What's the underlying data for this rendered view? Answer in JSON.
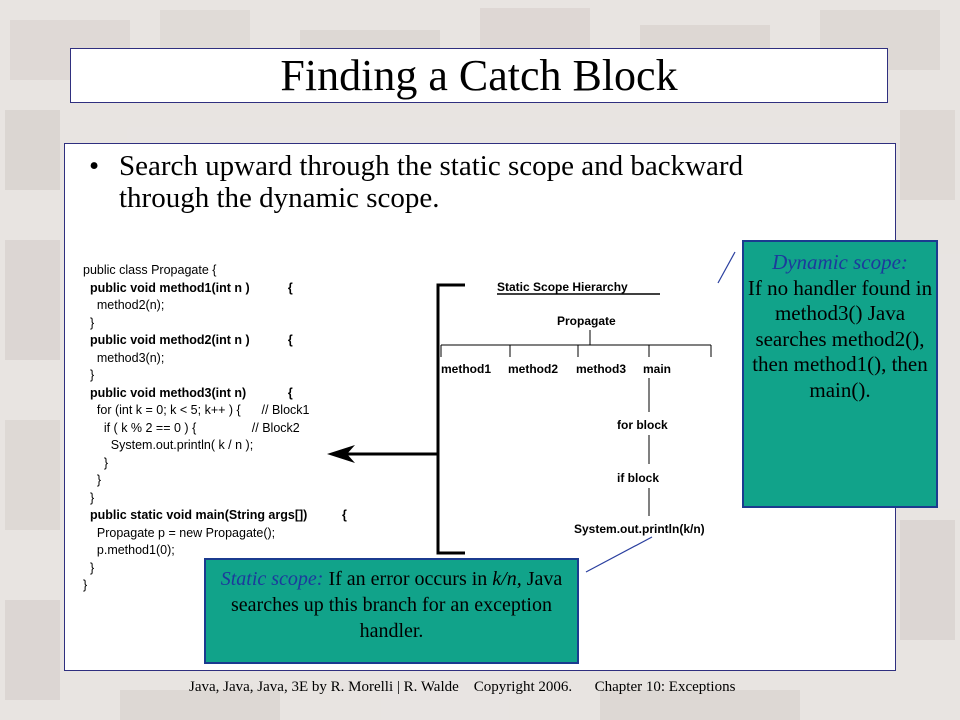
{
  "slide": {
    "title": "Finding a Catch Block",
    "bullet": "Search upward through the static scope and backward through the dynamic scope."
  },
  "code": [
    {
      "text": "public class Propagate {",
      "bold": false
    },
    {
      "text": "  public void method1(int n )           {",
      "bold": true
    },
    {
      "text": "    method2(n);",
      "bold": false
    },
    {
      "text": "  }",
      "bold": false
    },
    {
      "text": "  public void method2(int n )           {",
      "bold": true
    },
    {
      "text": "    method3(n);",
      "bold": false
    },
    {
      "text": "  }",
      "bold": false
    },
    {
      "text": "  public void method3(int n)            {",
      "bold": true
    },
    {
      "text": "    for (int k = 0; k < 5; k++ ) {      // Block1",
      "bold": false
    },
    {
      "text": "      if ( k % 2 == 0 ) {                // Block2",
      "bold": false
    },
    {
      "text": "        System.out.println( k / n );",
      "bold": false
    },
    {
      "text": "      }",
      "bold": false
    },
    {
      "text": "    }",
      "bold": false
    },
    {
      "text": "  }",
      "bold": false
    },
    {
      "text": "  public static void main(String args[])          {",
      "bold": true
    },
    {
      "text": "    Propagate p = new Propagate();",
      "bold": false
    },
    {
      "text": "    p.method1(0);",
      "bold": false
    },
    {
      "text": "  }",
      "bold": false
    },
    {
      "text": "}",
      "bold": false
    }
  ],
  "diagram": {
    "heading": "Static Scope Hierarchy",
    "root": "Propagate",
    "methods": [
      "method1",
      "method2",
      "method3",
      "main"
    ],
    "chain": [
      "for block",
      "if block",
      "System.out.println(k/n)"
    ]
  },
  "dynamic_callout": {
    "label": "Dynamic scope:",
    "body": "If no handler found in method3() Java searches method2(), then method1(), then main()."
  },
  "static_callout": {
    "label": "Static scope:",
    "body_1": " If an error occurs in ",
    "body_italic": "k/n,",
    "body_2": " Java searches up this branch for an exception handler."
  },
  "footer": "Java, Java, Java, 3E by R. Morelli | R. Walde    Copyright 2006.      Chapter 10: Exceptions",
  "colors": {
    "callout_fill": "#11a38a",
    "callout_border": "#1b3b8f",
    "label_blue": "#1c3a9c",
    "frame_border": "#2f2f7f"
  }
}
